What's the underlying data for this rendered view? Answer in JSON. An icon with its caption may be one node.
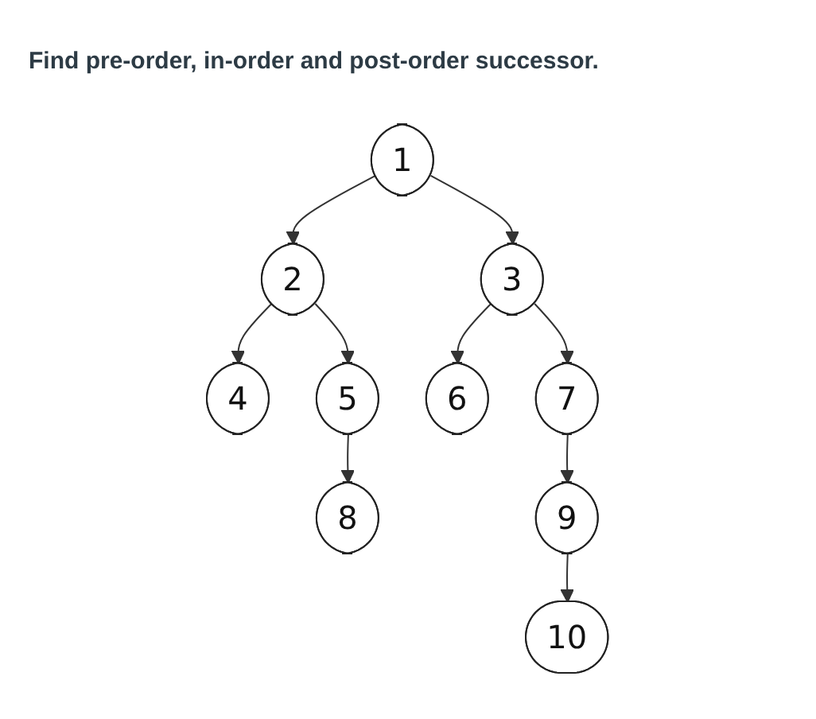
{
  "diagram": {
    "title": "Find pre-order, in-order and post-order successor.",
    "nodes": [
      {
        "text": [
          "1"
        ]
      },
      {
        "text": [
          "2"
        ]
      },
      {
        "text": [
          "3"
        ]
      },
      {
        "text": [
          "4"
        ]
      },
      {
        "text": [
          "5"
        ]
      },
      {
        "text": [
          "6"
        ]
      },
      {
        "text": [
          "7"
        ]
      },
      {
        "text": [
          "8"
        ]
      },
      {
        "text": [
          "9"
        ]
      },
      {
        "text": [
          "10"
        ]
      }
    ],
    "edges": [
      {
        "from": 0,
        "to": 1,
        "arrow": "to"
      },
      {
        "from": 0,
        "to": 2,
        "arrow": "to"
      },
      {
        "from": 1,
        "to": 3,
        "arrow": "to"
      },
      {
        "from": 1,
        "to": 4,
        "arrow": "to"
      },
      {
        "from": 2,
        "to": 5,
        "arrow": "to"
      },
      {
        "from": 2,
        "to": 6,
        "arrow": "to"
      },
      {
        "from": 4,
        "to": 7,
        "arrow": "to"
      },
      {
        "from": 6,
        "to": 8,
        "arrow": "to"
      },
      {
        "from": 8,
        "to": 9,
        "arrow": "to"
      }
    ]
  }
}
